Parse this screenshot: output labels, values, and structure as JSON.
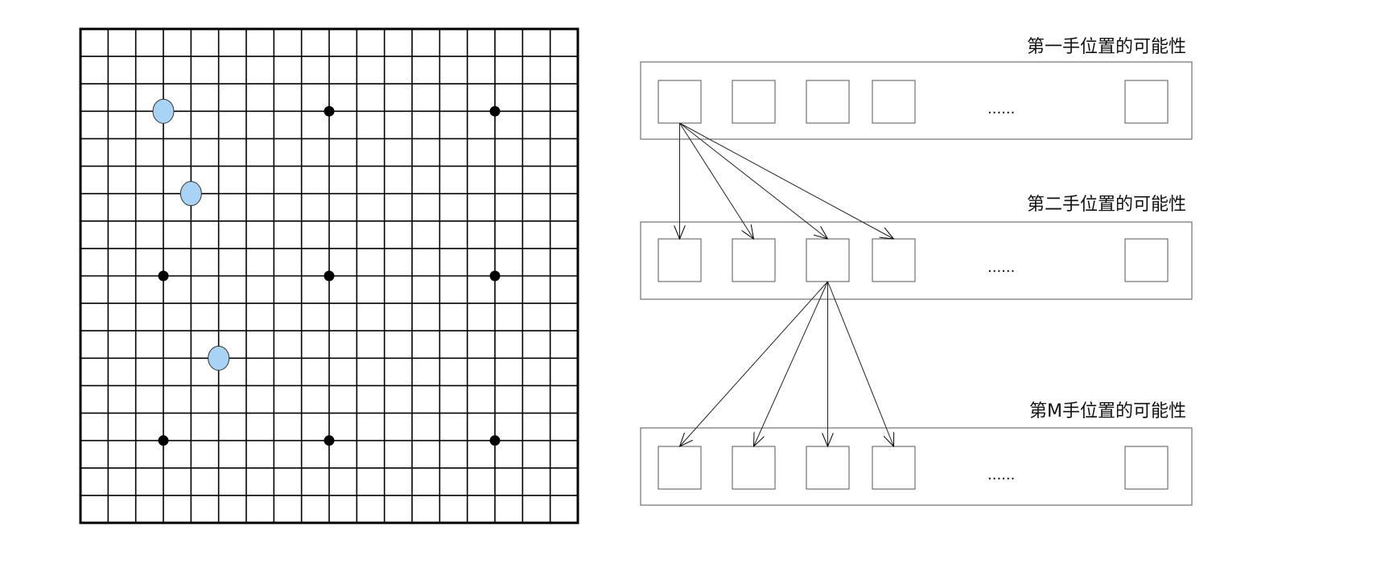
{
  "board": {
    "lines": 19,
    "star_points": [
      [
        3,
        3
      ],
      [
        9,
        3
      ],
      [
        15,
        3
      ],
      [
        3,
        9
      ],
      [
        9,
        9
      ],
      [
        15,
        9
      ],
      [
        3,
        15
      ],
      [
        9,
        15
      ],
      [
        15,
        15
      ]
    ],
    "stones": [
      {
        "col": 3,
        "row": 3,
        "color": "#a9d3f5"
      },
      {
        "col": 4,
        "row": 6,
        "color": "#a9d3f5"
      },
      {
        "col": 5,
        "row": 12,
        "color": "#a9d3f5"
      }
    ],
    "line_color": "#000000",
    "star_color": "#000000"
  },
  "tree": {
    "rows": [
      {
        "label": "第一手位置的可能性",
        "ellipsis": "......"
      },
      {
        "label": "第二手位置的可能性",
        "ellipsis": "......"
      },
      {
        "label": "第M手位置的可能性",
        "ellipsis": "......"
      }
    ],
    "arrows": [
      {
        "from_row": 0,
        "from_box": 0,
        "to_row": 1,
        "to_boxes": [
          0,
          1,
          2,
          3
        ]
      },
      {
        "from_row": 1,
        "from_box": 2,
        "to_row": 2,
        "to_boxes": [
          0,
          1,
          2,
          3
        ]
      }
    ]
  }
}
